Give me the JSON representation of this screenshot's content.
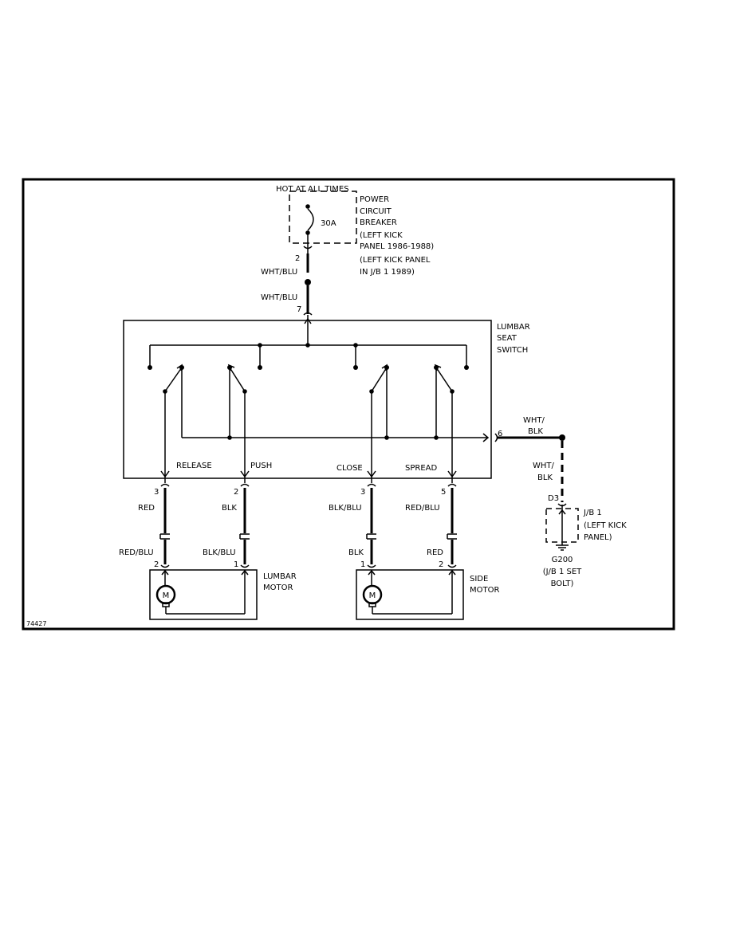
{
  "power": {
    "hot_label": "HOT AT ALL TIMES",
    "breaker_rating": "30A",
    "breaker_lines": [
      "POWER",
      "CIRCUIT",
      "BREAKER",
      "(LEFT KICK",
      "PANEL 1986-1988)",
      "(LEFT KICK PANEL",
      "IN J/B 1 1989)"
    ]
  },
  "feed": {
    "pin_breaker": "2",
    "wire_upper": "WHT/BLU",
    "wire_lower": "WHT/BLU",
    "pin_switch": "7"
  },
  "switch": {
    "title_lines": [
      "LUMBAR",
      "SEAT",
      "SWITCH"
    ],
    "functions": [
      "RELEASE",
      "PUSH",
      "CLOSE",
      "SPREAD"
    ],
    "pins": [
      "3",
      "2",
      "3",
      "5"
    ],
    "ground_pin": "6"
  },
  "ground_circuit": {
    "wire_upper": [
      "WHT/",
      "BLK"
    ],
    "wire_lower": [
      "WHT/",
      "BLK"
    ],
    "connector": "D3",
    "jb_lines": [
      "J/B 1",
      "(LEFT KICK",
      "PANEL)"
    ],
    "ground_lines": [
      "G200",
      "(J/B 1 SET",
      "BOLT)"
    ]
  },
  "harness": {
    "wires_upper": [
      "RED",
      "BLK",
      "BLK/BLU",
      "RED/BLU"
    ],
    "wires_lower": [
      "RED/BLU",
      "BLK/BLU",
      "BLK",
      "RED"
    ],
    "motor_pins": [
      "2",
      "1",
      "1",
      "2"
    ]
  },
  "motors": {
    "symbol": "M",
    "lumbar_lines": [
      "LUMBAR",
      "MOTOR"
    ],
    "side_lines": [
      "SIDE",
      "MOTOR"
    ]
  },
  "figure_id": "74427"
}
